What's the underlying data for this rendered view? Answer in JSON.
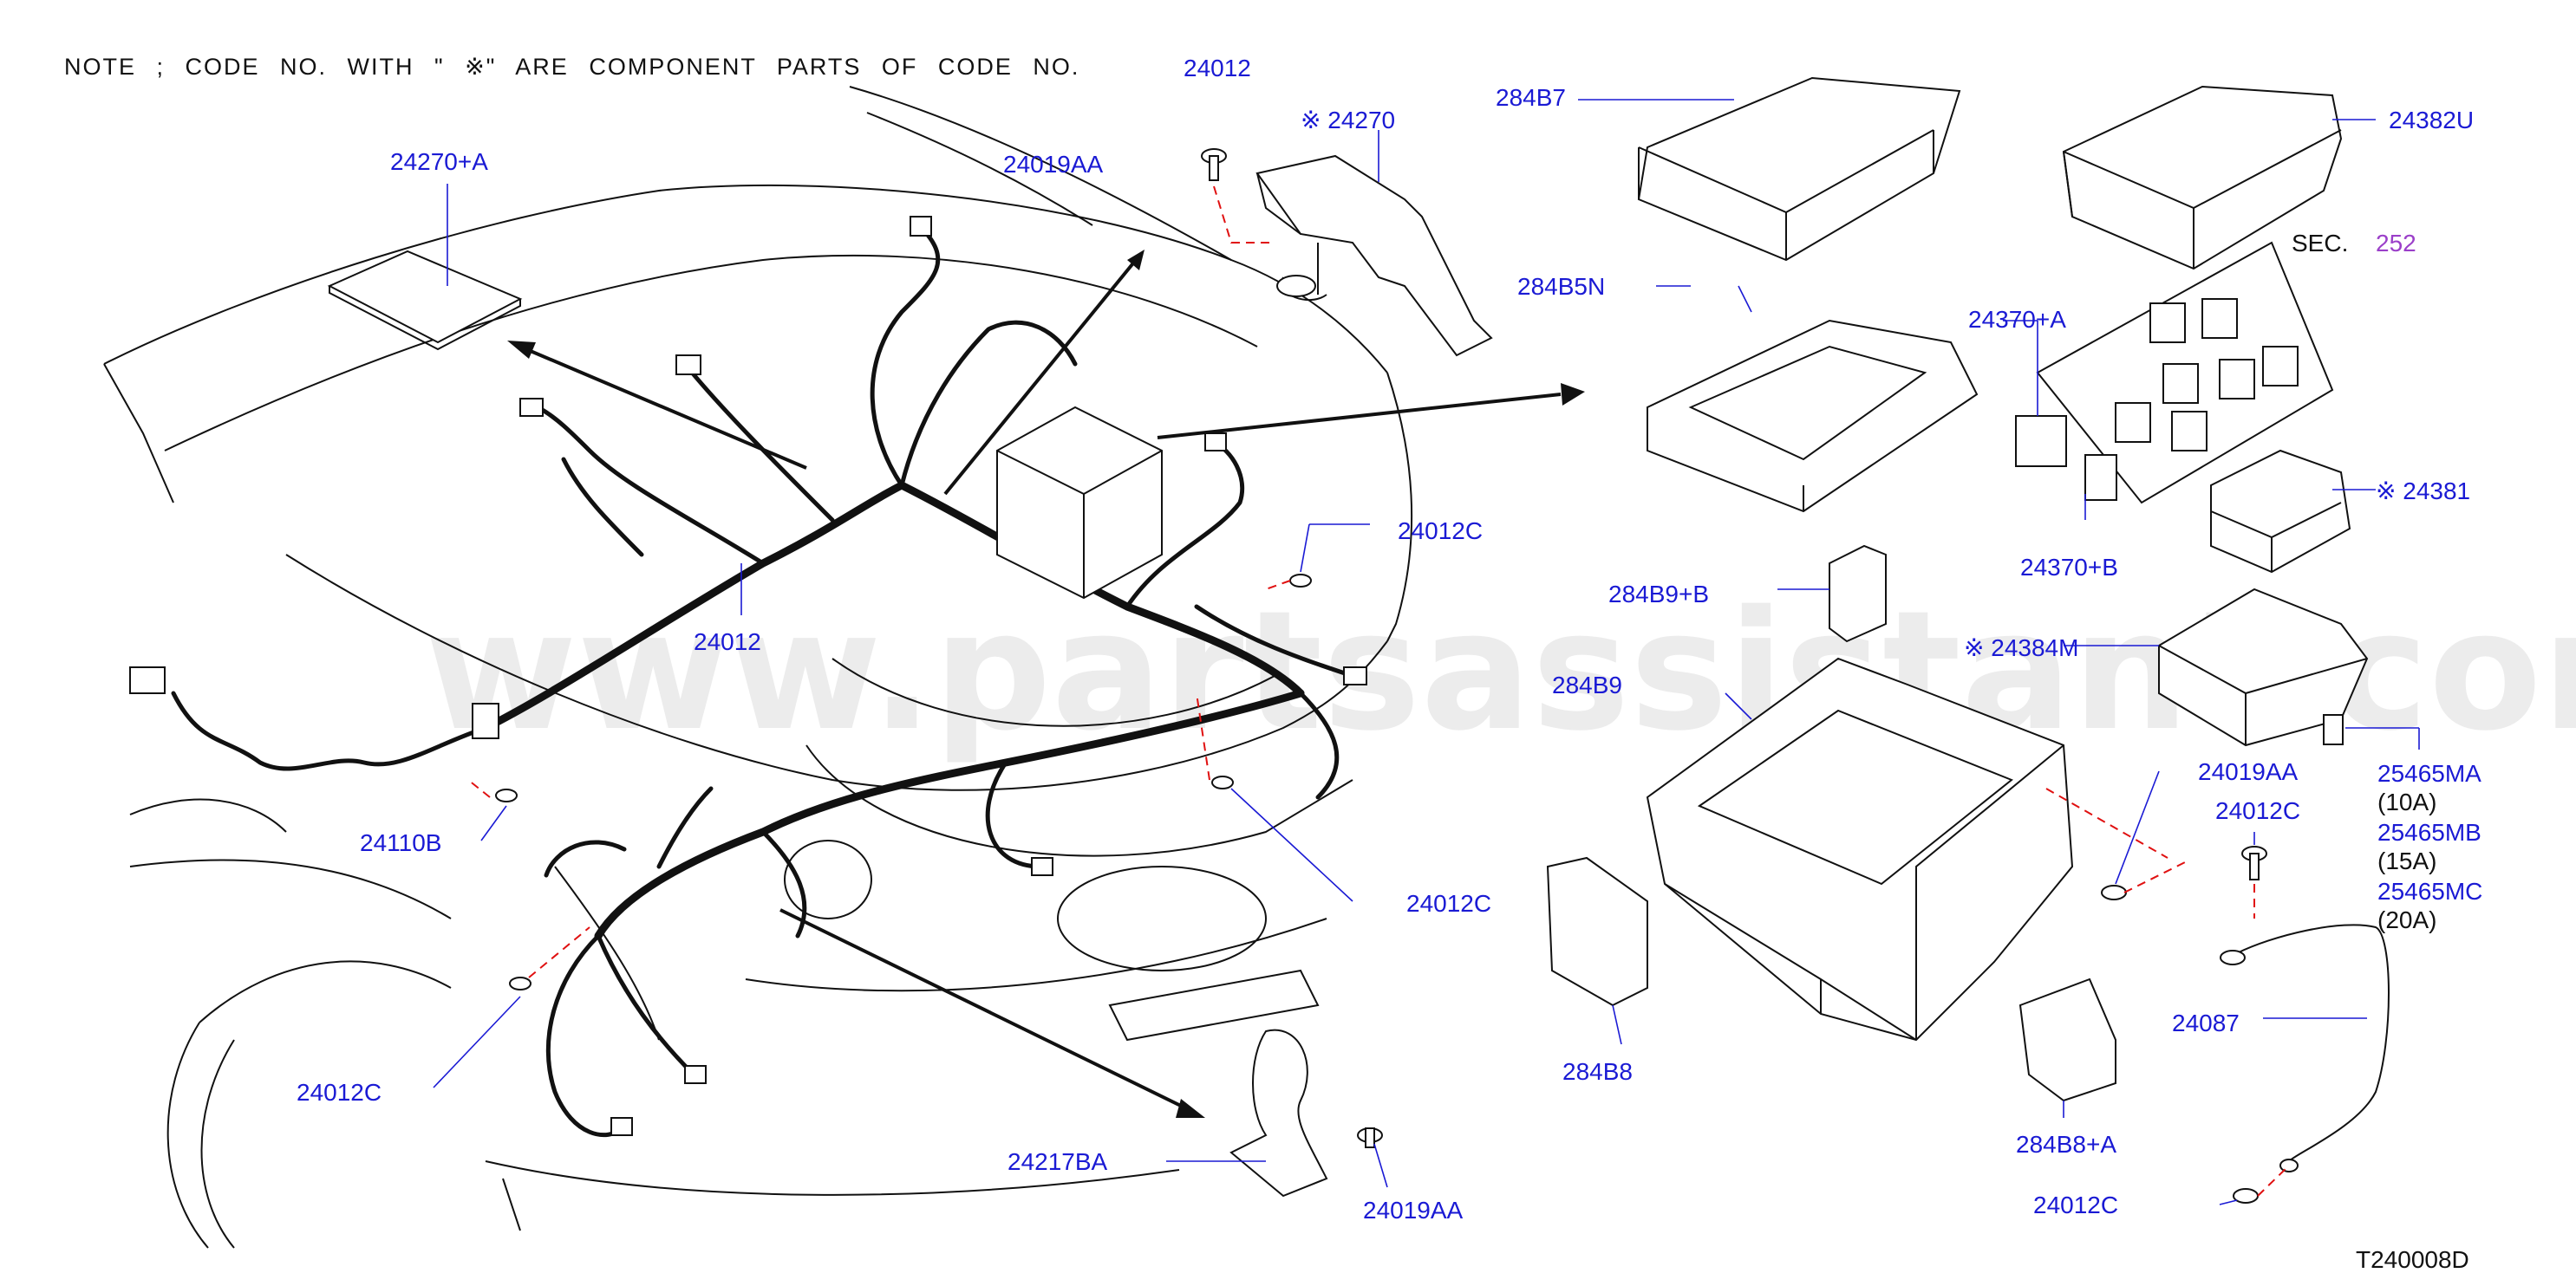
{
  "note": "NOTE ; CODE NO. WITH \" ※\" ARE COMPONENT PARTS OF CODE NO.",
  "watermark": "www.partsassistant.com",
  "diagram_code": "T240008D",
  "colors": {
    "label": "#1a1ad4",
    "leader_dash": "#e01010",
    "sec_ref": "#9b3fc9",
    "line_art": "#111111"
  },
  "labels": {
    "l24012_top": "24012",
    "l24019AA_top": "24019AA",
    "l24270": "※ 24270",
    "l24270A": "24270+A",
    "l284B7": "284B7",
    "l24382U": "24382U",
    "l284B5N": "284B5N",
    "sec_word": "SEC.",
    "sec_num": "252",
    "l24370A": "24370+A",
    "l24381": "※ 24381",
    "l24012C_a": "24012C",
    "l24370B": "24370+B",
    "l284B9B": "284B9+B",
    "l24012_mid": "24012",
    "l24384M": "※ 24384M",
    "l284B9": "284B9",
    "l25465MA": "25465MA",
    "amp10": "(10A)",
    "l25465MB": "25465MB",
    "amp15": "(15A)",
    "l25465MC": "25465MC",
    "amp20": "(20A)",
    "l24019AA_r": "24019AA",
    "l24012C_r": "24012C",
    "l24110B": "24110B",
    "l24012C_b": "24012C",
    "l24012C_l": "24012C",
    "l284B8": "284B8",
    "l24087": "24087",
    "l284B8A": "284B8+A",
    "l24217BA": "24217BA",
    "l24019AA_b": "24019AA",
    "l24012C_br": "24012C"
  }
}
